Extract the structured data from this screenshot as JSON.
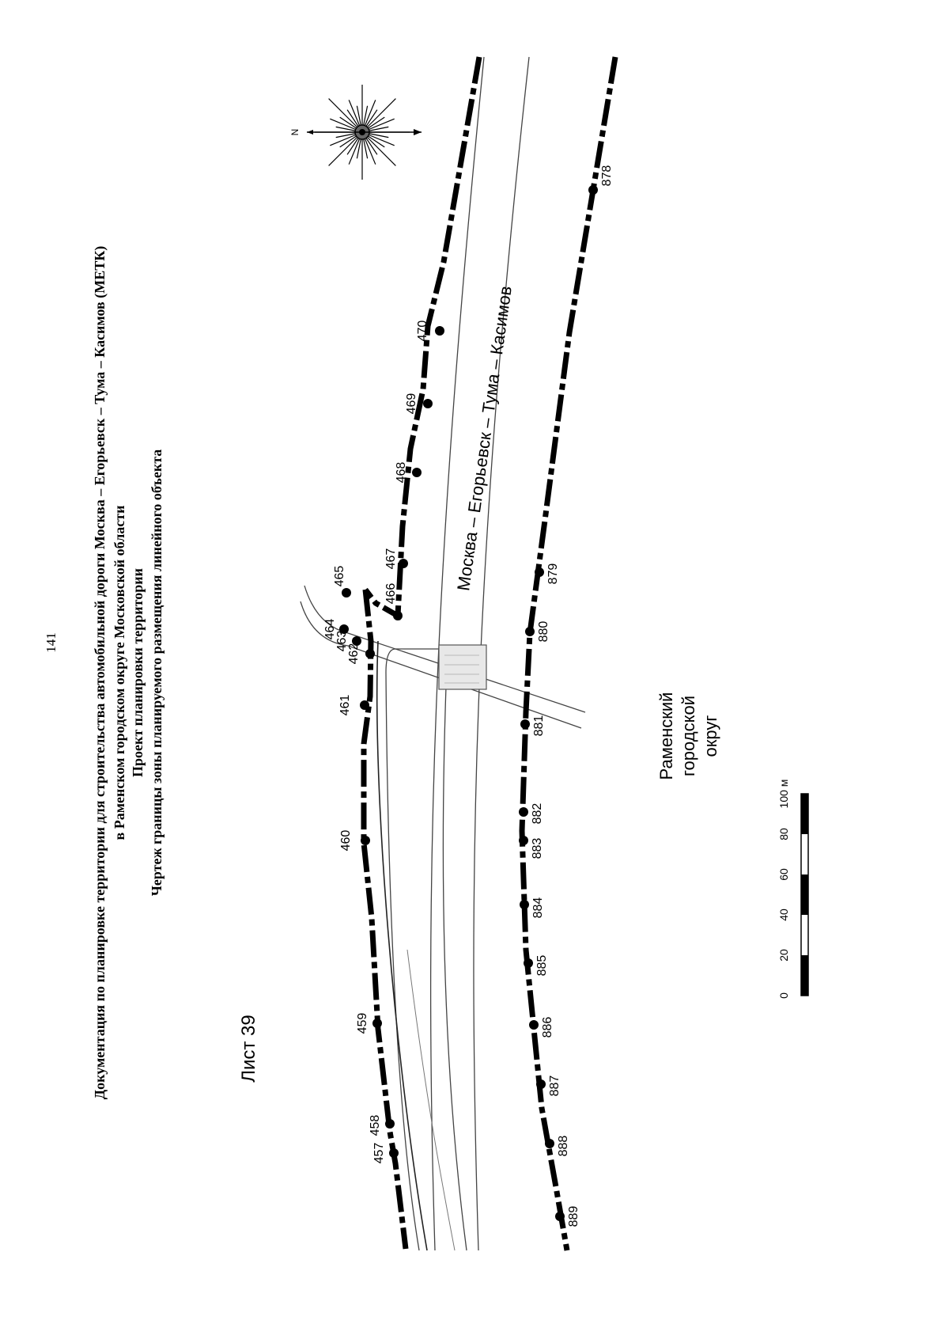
{
  "page_number": "141",
  "title": {
    "line1": "Документация по планировке территории для строительства автомобильной дороги Москва – Егорьевск – Тума – Касимов (МЕТК)",
    "line2": "в Раменском городском округе Московской области",
    "line3": "Проект планировки территории",
    "line4": "Чертеж границы зоны планируемого размещения линейного объекта"
  },
  "sheet_label": "Лист 39",
  "road_name": "Москва – Егорьевск – Тума – Касимов",
  "district_label": {
    "line1": "Раменский",
    "line2": "городской",
    "line3": "округ"
  },
  "compass": {
    "north_letter": "N"
  },
  "scale_bar": {
    "unit": "м",
    "ticks": [
      "0",
      "20",
      "40",
      "60",
      "80",
      "100 м"
    ]
  },
  "points_north": [
    "457",
    "458",
    "459",
    "460",
    "461",
    "462",
    "463",
    "464",
    "465",
    "466",
    "467",
    "468",
    "469",
    "470"
  ],
  "points_south": [
    "889",
    "888",
    "887",
    "886",
    "885",
    "884",
    "883",
    "882",
    "881",
    "880",
    "879",
    "878"
  ],
  "colors": {
    "ink": "#000000",
    "line": "#444444",
    "paper": "#ffffff"
  }
}
